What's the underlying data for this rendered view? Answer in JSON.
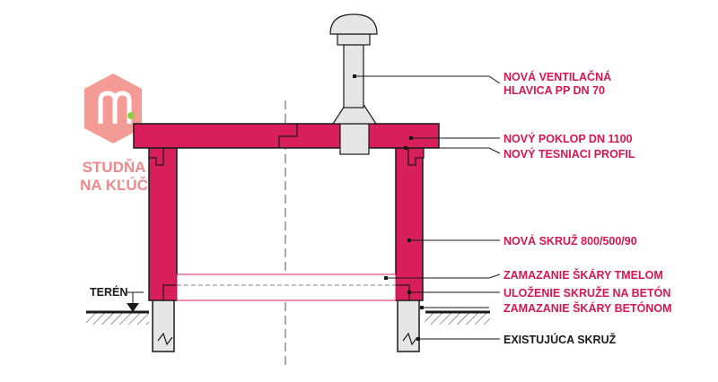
{
  "colors": {
    "accent": "#d81e5b",
    "outline": "#1a1a1a",
    "label_red": "#d6174f",
    "label_dark": "#1a1a1a",
    "logo": "#f08a8a",
    "logo_dot": "#8fce3f"
  },
  "logo": {
    "line1": "STUDŇA",
    "line2": "NA KĽÚČ",
    "icon": "well-logo-icon"
  },
  "labels": {
    "ventilation_head_line1": "NOVÁ VENTILAČNÁ",
    "ventilation_head_line2": "HLAVICA PP DN 70",
    "cover": "NOVÝ POKLOP DN 1100",
    "sealing_profile": "NOVÝ TESNIACI PROFIL",
    "ring": "NOVÁ SKRUŽ 800/500/90",
    "joint_sealant": "ZAMAZANIE ŠKÁRY TMELOM",
    "ring_on_concrete": "ULOŽENIE SKRUŽE NA BETÓN",
    "joint_concrete": "ZAMAZANIE ŠKÁRY BETÓNOM",
    "existing_ring": "EXISTUJÚCA SKRUŽ",
    "terrain": "TERÉN"
  }
}
